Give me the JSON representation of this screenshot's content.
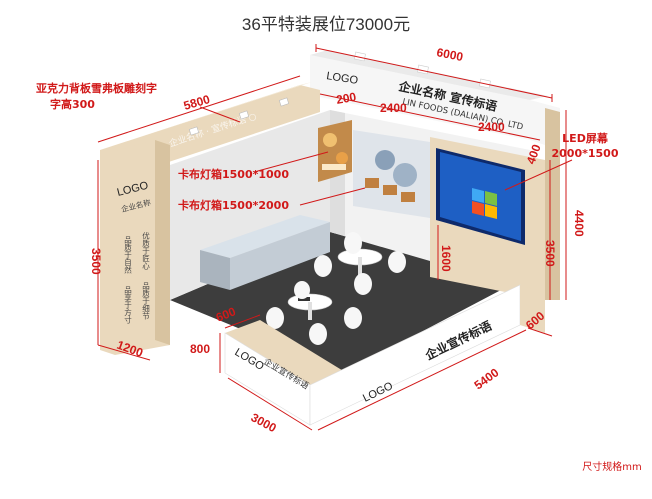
{
  "title": "36平特装展位73000元",
  "unit_note": "尺寸规格mm",
  "colors": {
    "dimension": "#d11919",
    "wood": "#ead9bd",
    "wall": "#f3f3f3",
    "floor": "#3d3d3d",
    "white": "#ffffff"
  },
  "callouts": {
    "acrylic_line1": "亚克力背板雪弗板雕刻字",
    "acrylic_line2": "字高300",
    "lightbox_a": "卡布灯箱1500*1000",
    "lightbox_b": "卡布灯箱1500*2000",
    "led_line1": "LED屏幕",
    "led_line2": "2000*1500"
  },
  "dimensions": {
    "top_width": "6000",
    "left_top": "5800",
    "gap_200": "200",
    "seg_2400_a": "2400",
    "seg_2400_b": "2400",
    "right_400": "400",
    "left_height": "3500",
    "right_height_3500": "3500",
    "right_height_4400": "4400",
    "panel_1600": "1600",
    "counter_600": "600",
    "counter_800": "800",
    "left_1200": "1200",
    "bottom_3000": "3000",
    "bottom_5400": "5400",
    "right_600": "600"
  },
  "signage": {
    "company_name": "企业名称  宣传标语",
    "company_en": "LIN FOODS (DALIAN) CO. LTD",
    "counter_slogan": "企业宣传标语",
    "logo": "LOGO",
    "column_logo": "LOGO",
    "column_sub": "企业名称",
    "column_col1": "优质于匠心",
    "column_col2": "品质于自然",
    "column_col3": "品质于细节",
    "column_col4": "品享于方寸",
    "counter_logo": "LOGO",
    "corner_logo": "LOGO",
    "front_slogan": "企业宣传标语"
  }
}
